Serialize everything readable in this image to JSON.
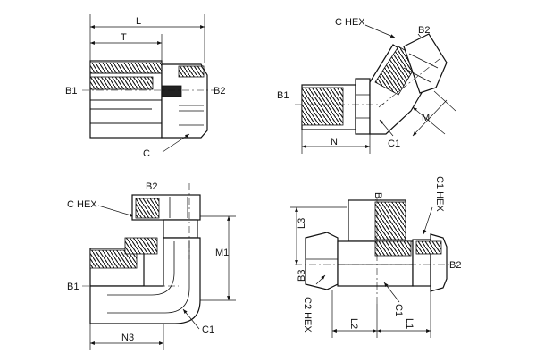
{
  "figures": {
    "top_left": {
      "labels": {
        "L": "L",
        "T": "T",
        "B1": "B1",
        "B2": "B2",
        "C": "C"
      }
    },
    "top_right": {
      "labels": {
        "C_HEX": "C HEX",
        "B2": "B2",
        "B1": "B1",
        "M": "M",
        "N": "N",
        "C1": "C1"
      }
    },
    "bottom_left": {
      "labels": {
        "C_HEX": "C HEX",
        "B2": "B2",
        "M1": "M1",
        "B1": "B1",
        "N3": "N3",
        "C1": "C1"
      }
    },
    "bottom_right": {
      "labels": {
        "B1": "B1",
        "C1_HEX": "C1 HEX",
        "L3": "L3",
        "B3": "B3",
        "B2": "B2",
        "C2_HEX": "C2 HEX",
        "C1": "C1",
        "L2": "L2",
        "L1": "L1"
      }
    }
  }
}
